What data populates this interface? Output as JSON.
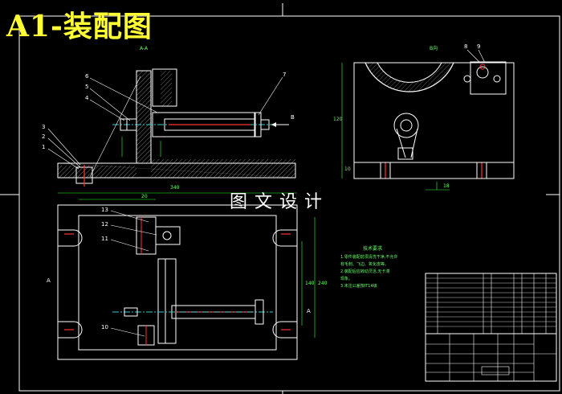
{
  "banner": "A1-装配图",
  "watermark": "图文设计",
  "views": {
    "section_aa": "A-A",
    "view_b": "B向",
    "view_b_arrow": "B"
  },
  "part_labels_front": [
    "1",
    "2",
    "3",
    "4",
    "5",
    "6",
    "7"
  ],
  "part_labels_b": [
    "8",
    "9"
  ],
  "part_labels_top": [
    "13",
    "12",
    "11",
    "10"
  ],
  "section_marks": [
    "A",
    "A"
  ],
  "dims": {
    "top_width": "340",
    "hole_span": "20",
    "b_height": "120",
    "b_small": "18",
    "b_base": "10",
    "top_v1": "140",
    "top_v2": "240"
  },
  "tech_requirements": {
    "title": "技术要求",
    "lines": [
      "1.零件装配前须清洗干净,不允许",
      "有毛刺、飞边、氧化皮等。",
      "2.装配后应转动灵活,无卡滞",
      "现象。",
      "3.未注公差按IT14级"
    ]
  },
  "colors": {
    "outline": "#ffffff",
    "dimension": "#33ff33",
    "section": "#ff3333",
    "banner": "#ffff33",
    "axis": "#33cccc"
  }
}
